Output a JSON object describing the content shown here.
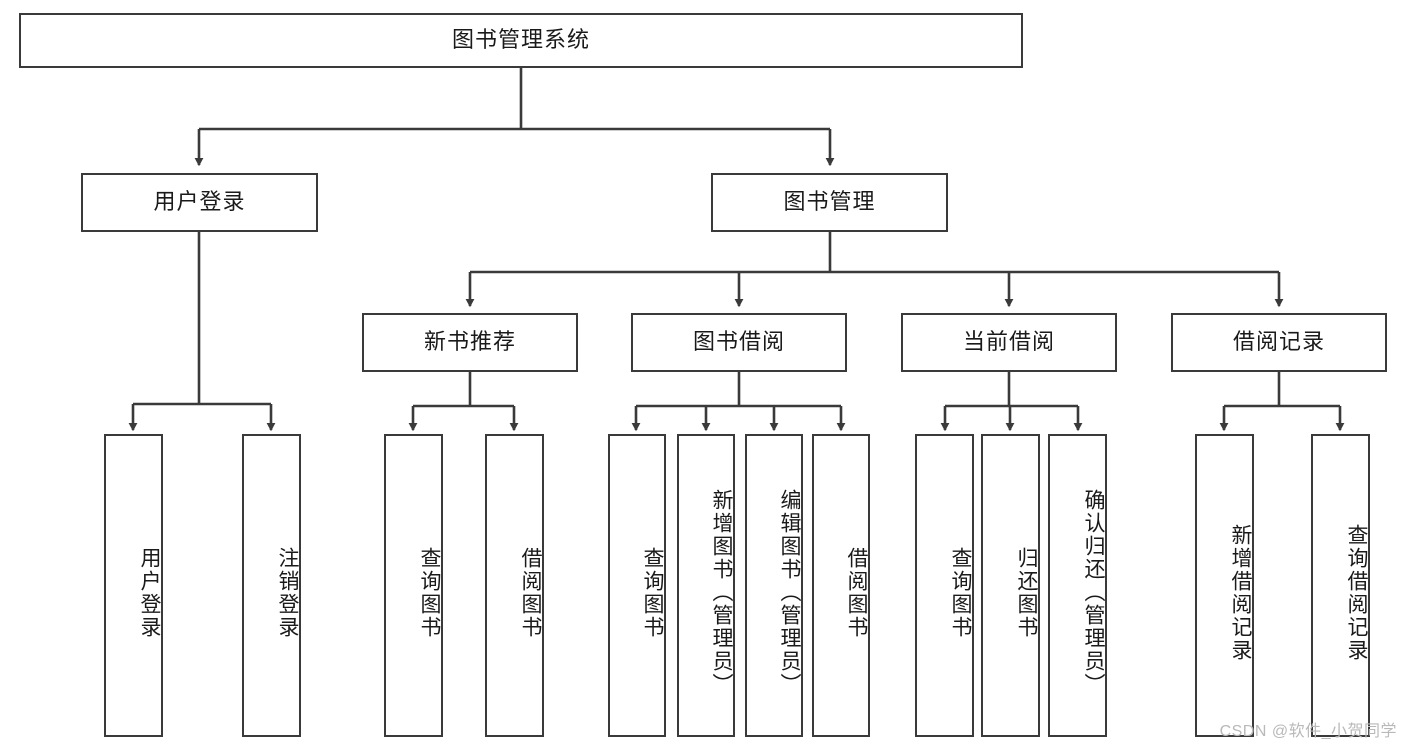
{
  "diagram": {
    "type": "tree",
    "title": "图书管理系统",
    "root": {
      "label": "图书管理系统"
    },
    "level2": [
      {
        "label": "用户登录"
      },
      {
        "label": "图书管理"
      }
    ],
    "level3": [
      {
        "label": "新书推荐"
      },
      {
        "label": "图书借阅"
      },
      {
        "label": "当前借阅"
      },
      {
        "label": "借阅记录"
      }
    ],
    "leaves": {
      "user_login": [
        {
          "label": "用户登录"
        },
        {
          "label": "注销登录"
        }
      ],
      "new_book_recommend": [
        {
          "label": "查询图书"
        },
        {
          "label": "借阅图书"
        }
      ],
      "book_borrow": [
        {
          "label": "查询图书"
        },
        {
          "label": "新增图书（管理员）"
        },
        {
          "label": "编辑图书（管理员）"
        },
        {
          "label": "借阅图书"
        }
      ],
      "current_borrow": [
        {
          "label": "查询图书"
        },
        {
          "label": "归还图书"
        },
        {
          "label": "确认归还（管理员）"
        }
      ],
      "borrow_record": [
        {
          "label": "新增借阅记录"
        },
        {
          "label": "查询借阅记录"
        }
      ]
    }
  },
  "watermark": {
    "text": "CSDN @软件_小贺同学"
  },
  "colors": {
    "border": "#3a3a3a",
    "text": "#1a1a1a",
    "background": "#ffffff",
    "watermark": "#b9b9b9"
  }
}
